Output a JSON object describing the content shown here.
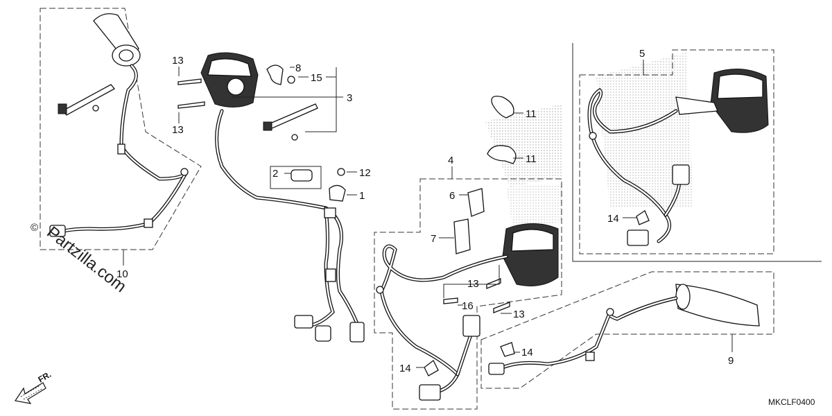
{
  "diagram": {
    "part_labels": {
      "p1": "1",
      "p2": "2",
      "p3": "3",
      "p4": "4",
      "p5": "5",
      "p6": "6",
      "p7": "7",
      "p8": "8",
      "p9": "9",
      "p10": "10",
      "p11a": "11",
      "p11b": "11",
      "p12": "12",
      "p13a": "13",
      "p13b": "13",
      "p13c": "13",
      "p13d": "13",
      "p14a": "14",
      "p14b": "14",
      "p14c": "14",
      "p15": "15",
      "p16": "16"
    },
    "watermark": "Partzilla.com",
    "copyright_symbol": "©",
    "front_indicator": "FR.",
    "diagram_code": "MKCLF0400"
  }
}
